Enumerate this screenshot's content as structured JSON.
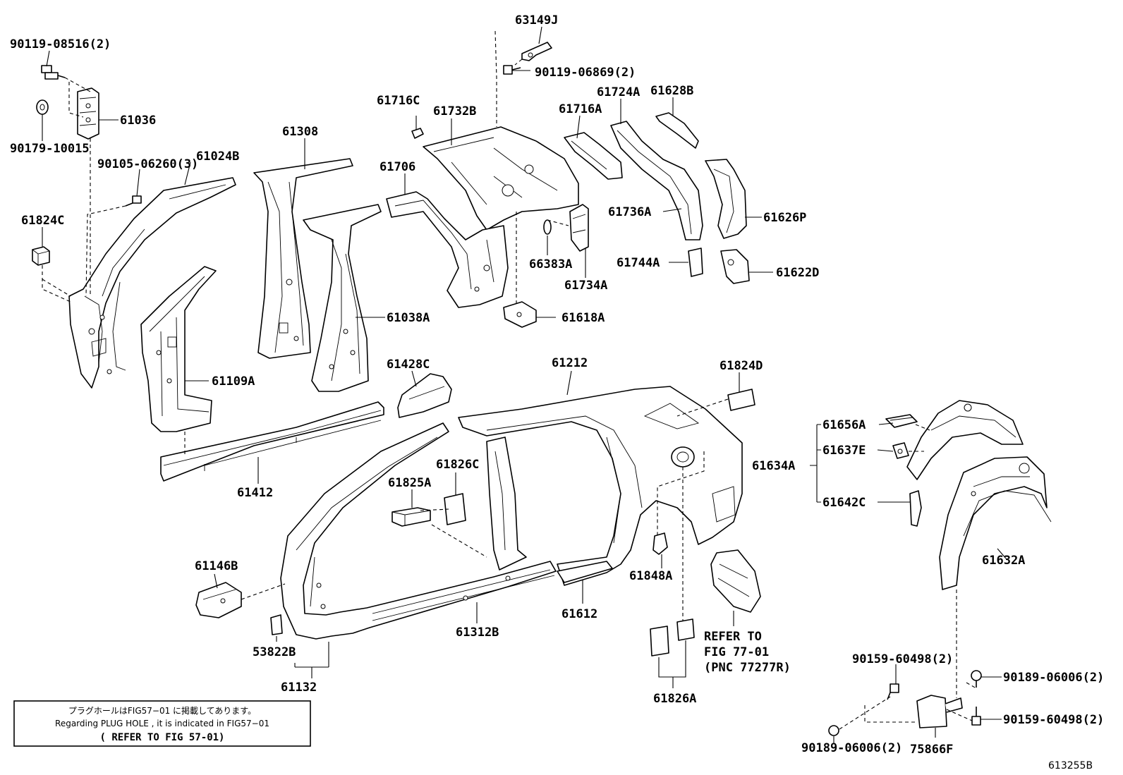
{
  "diagram": {
    "figure_code": "613255B",
    "note": {
      "line1": "プラグホールはFIG57−01 に掲載してあります。",
      "line2": "Regarding PLUG HOLE , it is indicated in FIG57−01",
      "line3": "( REFER TO FIG 57-01)"
    },
    "refer": {
      "line1": "REFER TO",
      "line2": "FIG 77-01",
      "line3": "(PNC 77277R)"
    },
    "parts": {
      "p90119_08516": "90119-08516(2)",
      "p61036": "61036",
      "p90179_10015": "90179-10015",
      "p90105_06260": "90105-06260(3)",
      "p61024B": "61024B",
      "p61824C": "61824C",
      "p61308": "61308",
      "p61109A": "61109A",
      "p61038A": "61038A",
      "p61412": "61412",
      "p61716C": "61716C",
      "p61732B": "61732B",
      "p61706": "61706",
      "p63149J": "63149J",
      "p90119_06869": "90119-06869(2)",
      "p61716A": "61716A",
      "p61724A": "61724A",
      "p61628B": "61628B",
      "p61736A": "61736A",
      "p61626P": "61626P",
      "p66383A": "66383A",
      "p61744A": "61744A",
      "p61622D": "61622D",
      "p61734A": "61734A",
      "p61618A": "61618A",
      "p61428C": "61428C",
      "p61212": "61212",
      "p61824D": "61824D",
      "p61826C": "61826C",
      "p61825A": "61825A",
      "p61146B": "61146B",
      "p53822B": "53822B",
      "p61132": "61132",
      "p61312B": "61312B",
      "p61612": "61612",
      "p61848A": "61848A",
      "p61826A": "61826A",
      "p61656A": "61656A",
      "p61637E": "61637E",
      "p61634A": "61634A",
      "p61642C": "61642C",
      "p61632A": "61632A",
      "p90159_60498_a": "90159-60498(2)",
      "p90189_06006_a": "90189-06006(2)",
      "p90159_60498_b": "90159-60498(2)",
      "p90189_06006_b": "90189-06006(2)",
      "p75866F": "75866F"
    }
  }
}
